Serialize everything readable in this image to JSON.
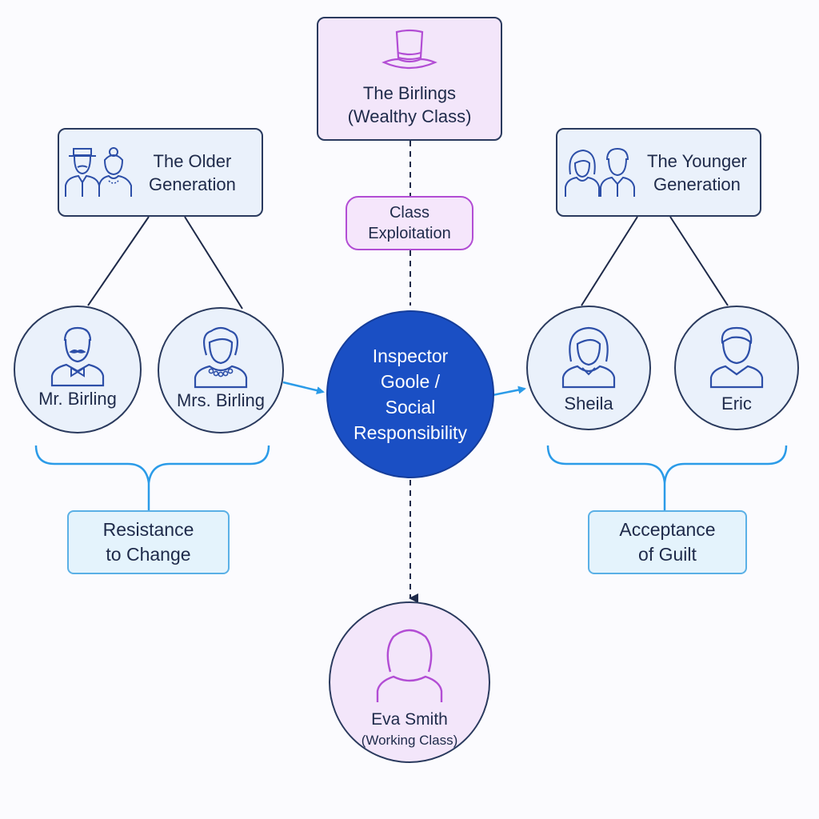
{
  "nodes": {
    "birlings": "The Birlings\n(Wealthy Class)",
    "class_exploitation": "Class\nExploitation",
    "older_generation": "The Older\nGeneration",
    "younger_generation": "The Younger\nGeneration",
    "mr_birling": "Mr. Birling",
    "mrs_birling": "Mrs. Birling",
    "inspector": "Inspector\nGoole /\nSocial\nResponsibility",
    "sheila": "Sheila",
    "eric": "Eric",
    "resistance": "Resistance\nto Change",
    "acceptance": "Acceptance\nof Guilt",
    "eva_name": "Eva Smith",
    "eva_class": "(Working Class)"
  },
  "colors": {
    "navy": "#2a3a5e",
    "inspector_blue": "#1a4fc4",
    "accent_blue": "#2b9be8",
    "purple": "#b24dd4",
    "icon_blue": "#2d4fa8"
  },
  "icons": {
    "birlings": "top-hat-icon",
    "older_generation": "older-couple-icon",
    "younger_generation": "young-couple-icon",
    "mr_birling": "man-mustache-bowtie-icon",
    "mrs_birling": "woman-pearls-icon",
    "sheila": "young-woman-icon",
    "eric": "young-man-icon",
    "eva": "woman-silhouette-icon"
  }
}
